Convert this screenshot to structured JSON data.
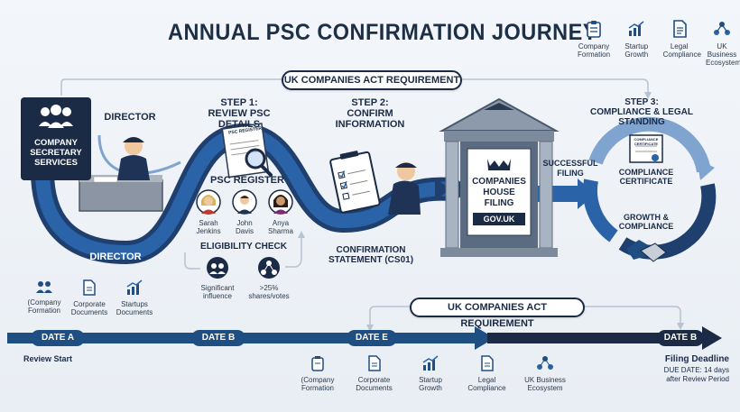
{
  "header": {
    "title": "ANNUAL  PSC CONFIRMATION JOURNEY",
    "icons": [
      {
        "label": "Company\nFormation",
        "icon": "clipboard-icon"
      },
      {
        "label": "Startup\nGrowth",
        "icon": "growth-chart-icon"
      },
      {
        "label": "Legal\nCompliance",
        "icon": "document-icon"
      },
      {
        "label": "UK Business\nEcosystem",
        "icon": "network-icon"
      }
    ]
  },
  "banner_top": "UK COMPANIES ACT REQUIREMENT",
  "banner_bottom": "UK COMPANIES ACT REQUIREMENT",
  "secretary": "COMPANY\nSECRETARY\nSERVICES",
  "director_top": "DIRECTOR",
  "director_bottom": "DIRECTOR",
  "step1": {
    "title": "STEP 1:\nREVIEW PSC DETAILS",
    "doc": "PSC REGISTER"
  },
  "psc_register": "PSC REGISTER",
  "people": [
    {
      "name": "Sarah\nJenkins"
    },
    {
      "name": "John\nDavis"
    },
    {
      "name": "Anya\nSharma"
    }
  ],
  "eligibility": {
    "title": "ELIGIBILITY CHECK",
    "items": [
      {
        "label": "Significant\ninfluence",
        "icon": "people-group-icon"
      },
      {
        "label": ">25%\nshares/votes",
        "icon": "share-split-icon"
      }
    ]
  },
  "step2": {
    "title": "STEP 2:\nCONFIRM INFORMATION"
  },
  "confirmation": "CONFIRMATION\nSTATEMENT (CS01)",
  "companies_house": {
    "title": "COMPANIES\nHOUSE\nFILING",
    "gov": "GOV.UK"
  },
  "successful": "SUCCESSFUL\nFILING",
  "step3": {
    "title": "STEP 3:\nCOMPLIANCE & LEGAL\nSTANDING",
    "certificate": "COMPLIANCE\nCERTIFICATE",
    "growth": "GROWTH &\nCOMPLIANCE"
  },
  "left_icons": [
    {
      "label": "(Company\nFormation",
      "icon": "people-icon"
    },
    {
      "label": "Corporate\nDocuments",
      "icon": "document-icon"
    },
    {
      "label": "Startups\nDocuments",
      "icon": "growth-chart-icon"
    }
  ],
  "timeline": {
    "dates": [
      "DATE A",
      "DATE B",
      "DATE E",
      "DATE B"
    ],
    "review_start": "Review Start",
    "filing_deadline": "Filing Deadline",
    "due": "DUE DATE: 14 days\nafter Review Period"
  },
  "bottom_icons": [
    {
      "label": "(Company\nFormation",
      "icon": "clipboard-icon"
    },
    {
      "label": "Corporate\nDocuments",
      "icon": "document-icon"
    },
    {
      "label": "Startup\nGrowth",
      "icon": "growth-chart-icon"
    },
    {
      "label": "Legal\nCompliance",
      "icon": "document-icon"
    },
    {
      "label": "UK Business\nEcosystem",
      "icon": "network-icon"
    }
  ],
  "colors": {
    "navy": "#1b2b45",
    "blue": "#2a63a8",
    "light_blue": "#7ea4cf"
  }
}
